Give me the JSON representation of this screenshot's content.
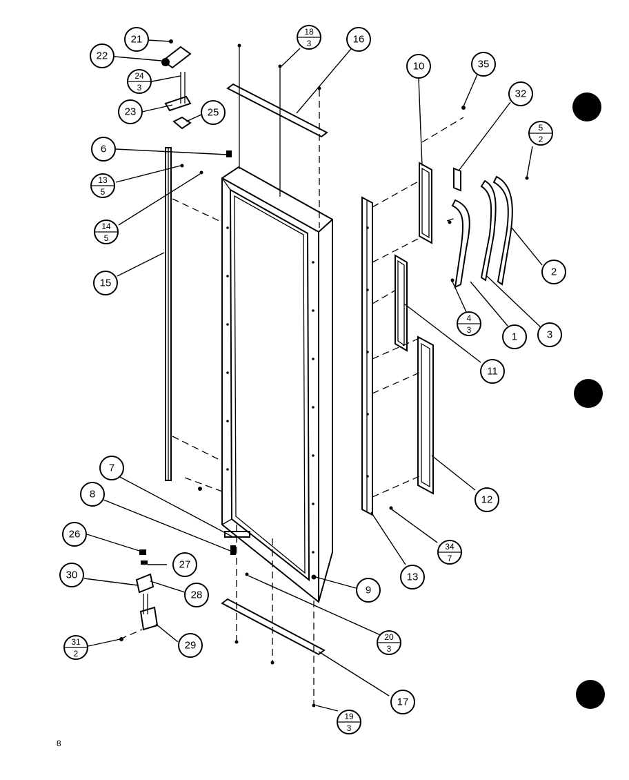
{
  "page_number": "8",
  "callouts": [
    {
      "id": "21",
      "text": "21"
    },
    {
      "id": "22",
      "text": "22"
    },
    {
      "id": "24-3",
      "num": "24",
      "den": "3"
    },
    {
      "id": "23",
      "text": "23"
    },
    {
      "id": "25",
      "text": "25"
    },
    {
      "id": "6",
      "text": "6"
    },
    {
      "id": "13-5",
      "num": "13",
      "den": "5"
    },
    {
      "id": "14-5",
      "num": "14",
      "den": "5"
    },
    {
      "id": "15",
      "text": "15"
    },
    {
      "id": "18-3",
      "num": "18",
      "den": "3"
    },
    {
      "id": "16",
      "text": "16"
    },
    {
      "id": "10",
      "text": "10"
    },
    {
      "id": "35",
      "text": "35"
    },
    {
      "id": "32",
      "text": "32"
    },
    {
      "id": "5-2",
      "num": "5",
      "den": "2"
    },
    {
      "id": "2",
      "text": "2"
    },
    {
      "id": "4-3",
      "num": "4",
      "den": "3"
    },
    {
      "id": "1",
      "text": "1"
    },
    {
      "id": "3",
      "text": "3"
    },
    {
      "id": "11",
      "text": "11"
    },
    {
      "id": "12",
      "text": "12"
    },
    {
      "id": "7",
      "text": "7"
    },
    {
      "id": "8",
      "text": "8"
    },
    {
      "id": "26",
      "text": "26"
    },
    {
      "id": "27",
      "text": "27"
    },
    {
      "id": "30",
      "text": "30"
    },
    {
      "id": "28",
      "text": "28"
    },
    {
      "id": "31-2",
      "num": "31",
      "den": "2"
    },
    {
      "id": "29",
      "text": "29"
    },
    {
      "id": "9",
      "text": "9"
    },
    {
      "id": "13",
      "text": "13"
    },
    {
      "id": "34-7",
      "num": "34",
      "den": "7"
    },
    {
      "id": "20-3",
      "num": "20",
      "den": "3"
    },
    {
      "id": "17",
      "text": "17"
    },
    {
      "id": "19-3",
      "num": "19",
      "den": "3"
    }
  ]
}
